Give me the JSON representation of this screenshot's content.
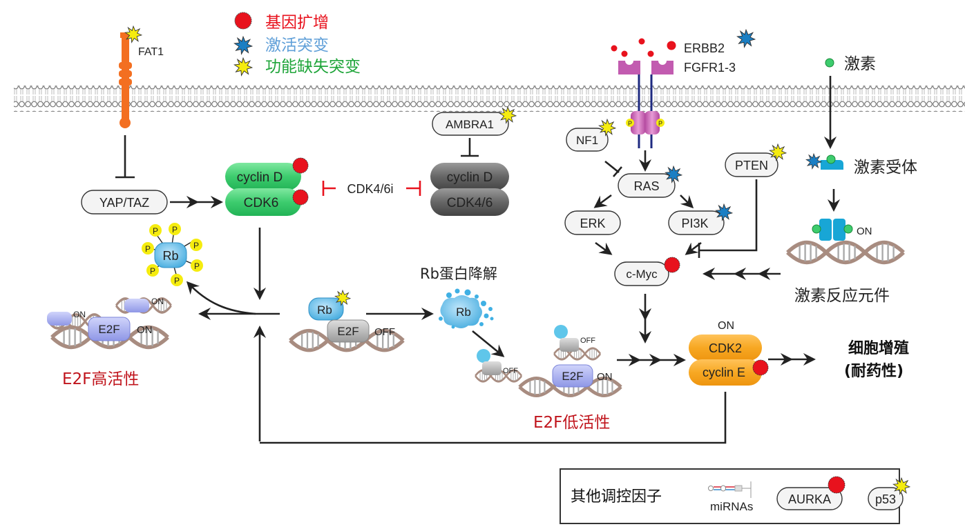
{
  "legend": {
    "items": [
      {
        "icon": "red-circle",
        "label": "基因扩增",
        "color": "#e8121d"
      },
      {
        "icon": "blue-star",
        "label": "激活突变",
        "color": "#5f9fd8"
      },
      {
        "icon": "yellow-star",
        "label": "功能缺失突变",
        "color": "#1fa53a"
      }
    ]
  },
  "colors": {
    "amplification": "#e8121d",
    "activating": "#1b7fc4",
    "loss_of_function": "#f5ec0f",
    "cyclinD_cdk6": "#3dcc6e",
    "cdk46": "#6a6a6a",
    "cdk2_cycE": "#f7a823",
    "e2f_on": "#a7aef0",
    "inhibitor_red": "#e8121d",
    "e2f_label_red": "#c0141c",
    "on_blue": "#2a3fa6"
  },
  "membrane_proteins": {
    "fat1": "FAT1",
    "erbb2": "ERBB2",
    "fgfr": "FGFR1-3",
    "p": "P",
    "hormone": "激素"
  },
  "nodes": {
    "yap_taz": "YAP/TAZ",
    "cyclin_d": "cyclin D",
    "cdk6": "CDK6",
    "cdk46i": "CDK4/6i",
    "ambra1": "AMBRA1",
    "cyclin_d_2": "cyclin D",
    "cdk4_6": "CDK4/6",
    "nf1": "NF1",
    "ras": "RAS",
    "erk": "ERK",
    "pi3k": "PI3K",
    "pten": "PTEN",
    "cmyc": "c-Myc",
    "hormone_receptor": "激素受体",
    "hre": "激素反应元件",
    "on": "ON",
    "off": "OFF",
    "rb": "Rb",
    "p": "P",
    "e2f": "E2F",
    "rb_degradation": "Rb蛋白降解",
    "e2f_high": "E2F高活性",
    "e2f_low": "E2F低活性",
    "cdk2": "CDK2",
    "cyclin_e": "cyclin E",
    "proliferation_1": "细胞增殖",
    "proliferation_2": "(耐药性)"
  },
  "other_regulators": {
    "title": "其他调控因子",
    "mirnas": "miRNAs",
    "aurka": "AURKA",
    "p53": "p53"
  }
}
